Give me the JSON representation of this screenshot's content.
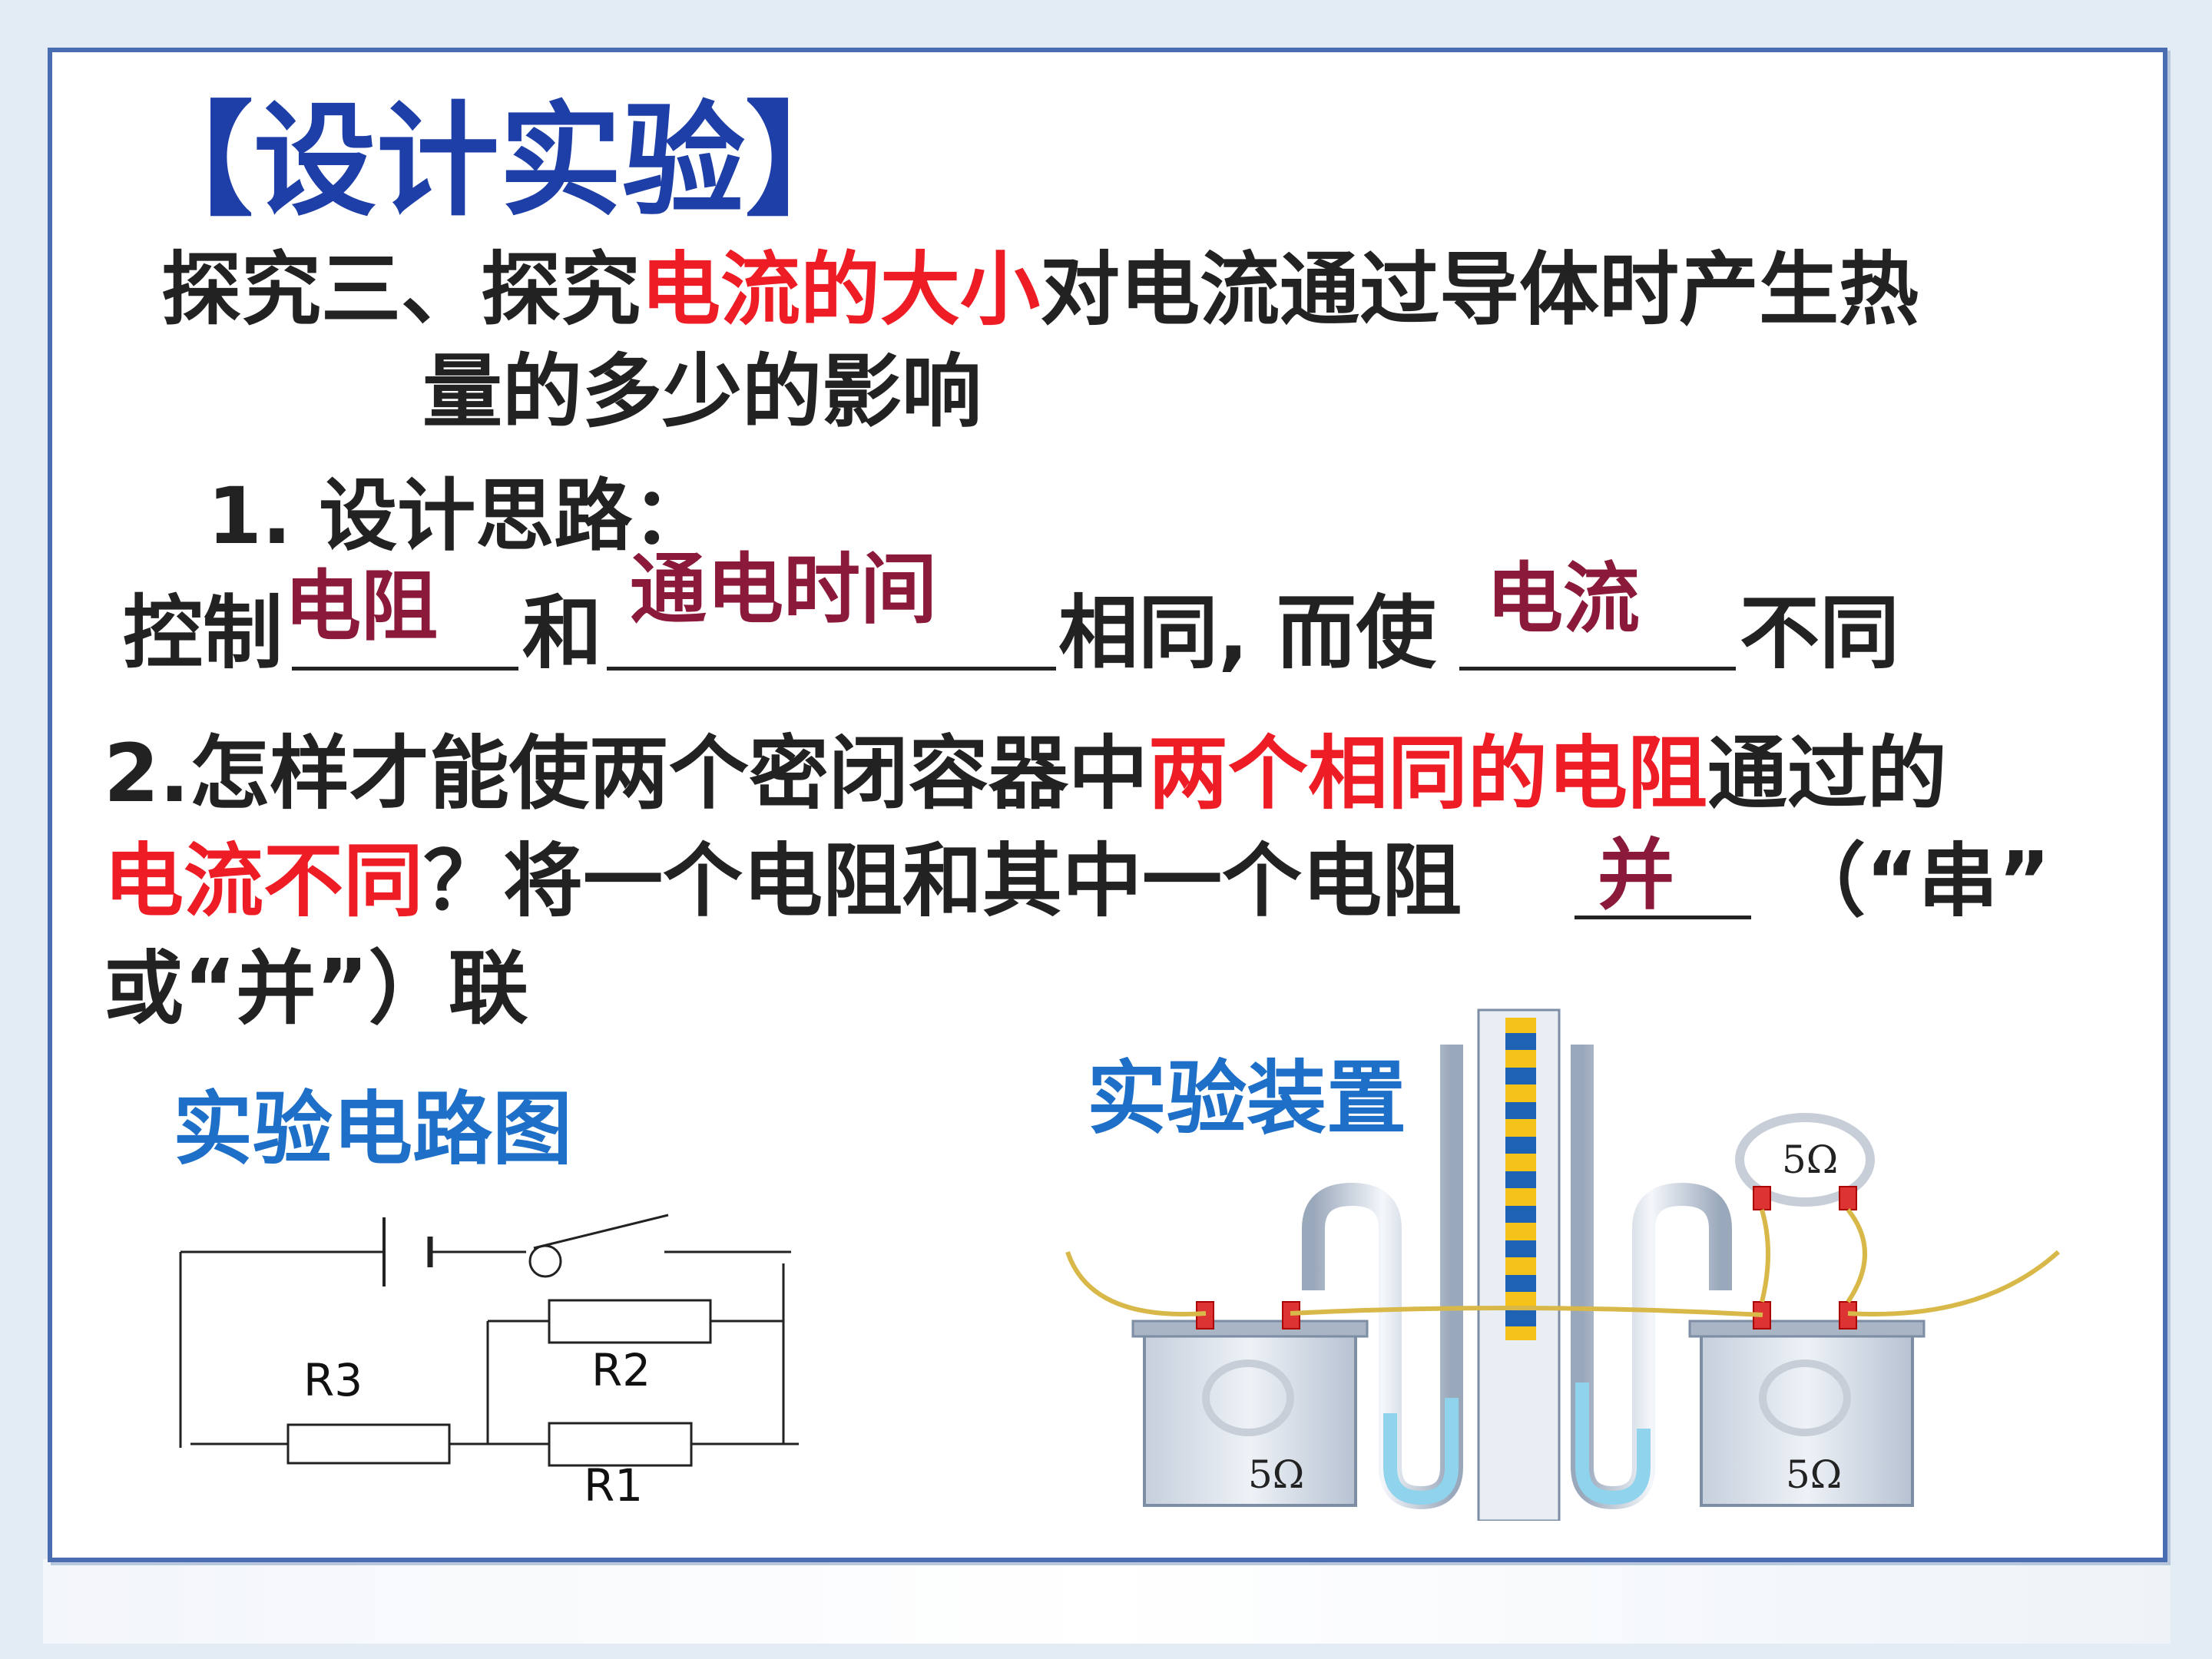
{
  "title": "【设计实验】",
  "question3": {
    "prefix": "探究三、探究",
    "highlight": "电流的大小",
    "suffix": "对电流通过导体时产生热",
    "line2": "量的多少的影响"
  },
  "step1": {
    "heading": "1. 设计思路：",
    "control_label": "控制",
    "and_label": "和",
    "same_label": "相同, 而使",
    "different_label": "不同",
    "answer1": "电阻",
    "answer2": "通电时间",
    "answer3": "电流"
  },
  "step2": {
    "prefix": "2.怎样才能使两个密闭容器中",
    "highlight": "两个相同的电阻",
    "suffix": "通过的",
    "line2_highlight": "电流不同",
    "line2_text": "？将一个电阻和其中一个电阻",
    "answer": "并",
    "line2_tail": "（“串”",
    "line3": "或“并”）联"
  },
  "circuit": {
    "heading": "实验电路图",
    "r1": "R1",
    "r2": "R2",
    "r3": "R3"
  },
  "apparatus": {
    "heading": "实验装置",
    "resistor_label": "5Ω"
  },
  "colors": {
    "title_blue": "#1f3fa8",
    "highlight_red": "#ee1c25",
    "answer_maroon": "#8b1a3a",
    "heading_blue": "#1e6fc8"
  }
}
